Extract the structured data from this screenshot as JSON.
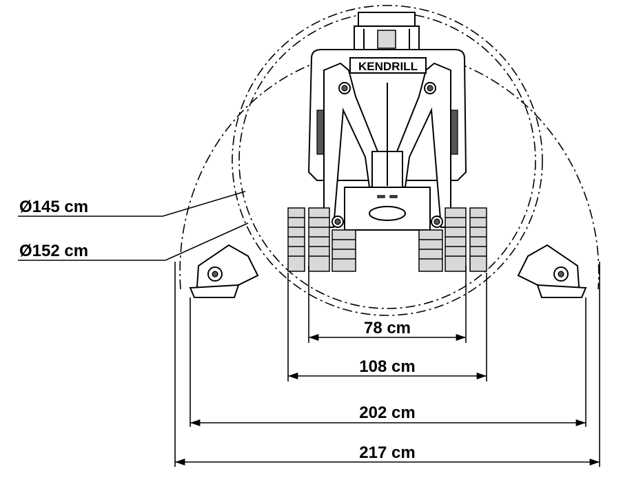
{
  "brand": "KENDRILL",
  "diameters": {
    "inner": "Ø145 cm",
    "outer": "Ø152 cm"
  },
  "widths": {
    "w78": "78 cm",
    "w108": "108 cm",
    "w202": "202 cm",
    "w217": "217 cm"
  }
}
